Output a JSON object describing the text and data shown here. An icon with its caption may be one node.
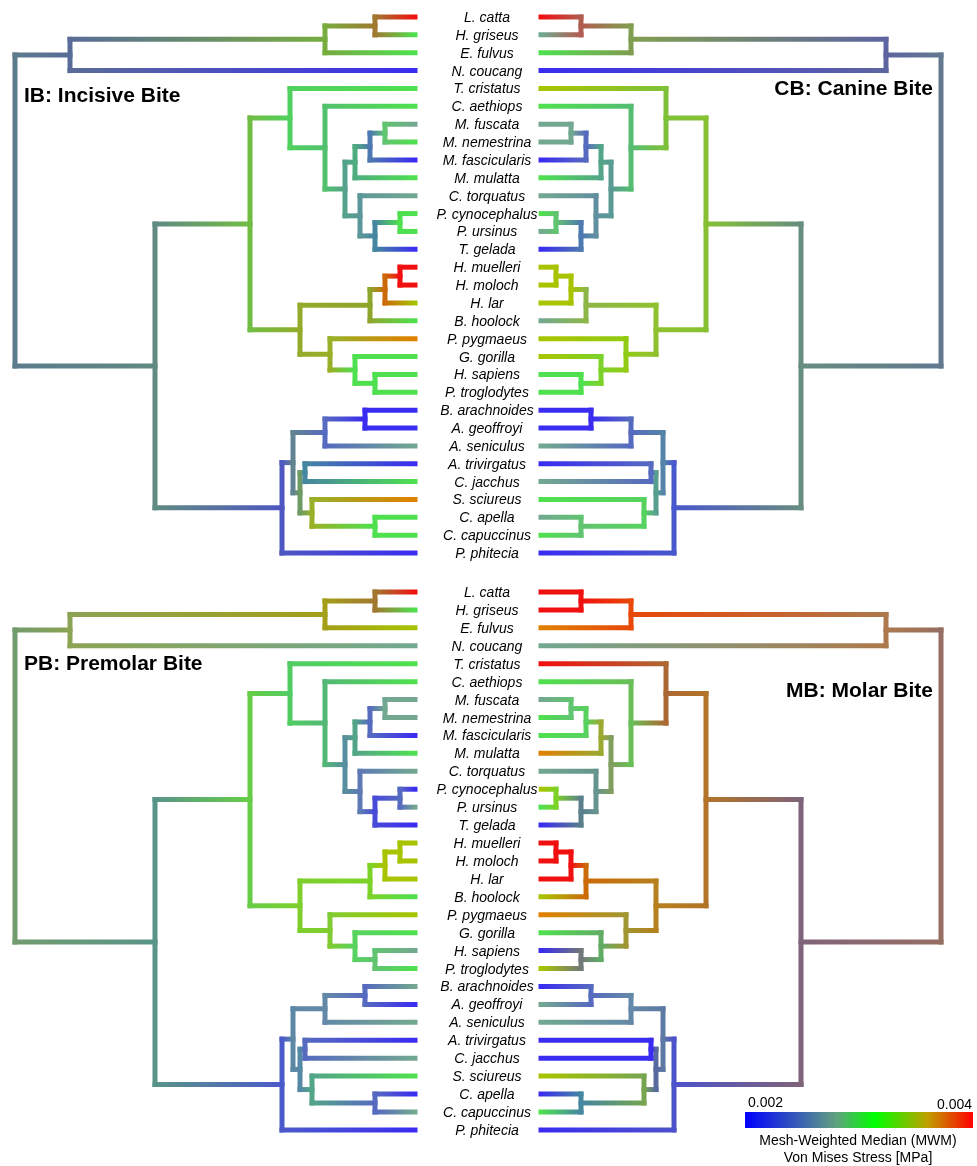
{
  "diagram": {
    "labels": [
      "L. catta",
      "H. griseus",
      "E. fulvus",
      "N. coucang",
      "IB: Incisive Bite",
      "CB: Canine Bite",
      "T. cristatus",
      "C. aethiops",
      "M. fuscata",
      "M. nemestrina",
      "M. fascicularis",
      "M. mulatta",
      "C. torquatus",
      "P. cynocephalus",
      "P. ursinus",
      "T. gelada",
      "H. muelleri",
      "H. moloch",
      "H. lar",
      "B. hoolock",
      "P. pygmaeus",
      "G. gorilla",
      "H. sapiens",
      "P. troglodytes",
      "B. arachnoides",
      "A. geoffroyi",
      "A. seniculus",
      "A. trivirgatus",
      "C. jacchus",
      "S. sciureus",
      "C. apella",
      "C. capuccinus",
      "P. phitecia",
      "L. catta",
      "H. griseus",
      "E. fulvus",
      "N. coucang",
      "PB: Premolar Bite",
      "MB: Molar Bite",
      "T. cristatus",
      "C. aethiops",
      "M. fuscata",
      "M. nemestrina",
      "M. fascicularis",
      "M. mulatta",
      "C. torquatus",
      "P. cynocephalus",
      "P. ursinus",
      "T. gelada",
      "H. muelleri",
      "H. moloch",
      "H. lar",
      "B. hoolock",
      "P. pygmaeus",
      "G. gorilla",
      "H. sapiens",
      "P. troglodytes",
      "B. arachnoides",
      "A. geoffroyi",
      "A. seniculus",
      "A. trivirgatus",
      "C. jacchus",
      "S. sciureus",
      "C. apella",
      "C. capuccinus",
      "P. phitecia",
      "0.002",
      "0.004",
      "Mesh-Weighted Median (MWM) Von Mises Stress [MPa]"
    ]
  }
}
